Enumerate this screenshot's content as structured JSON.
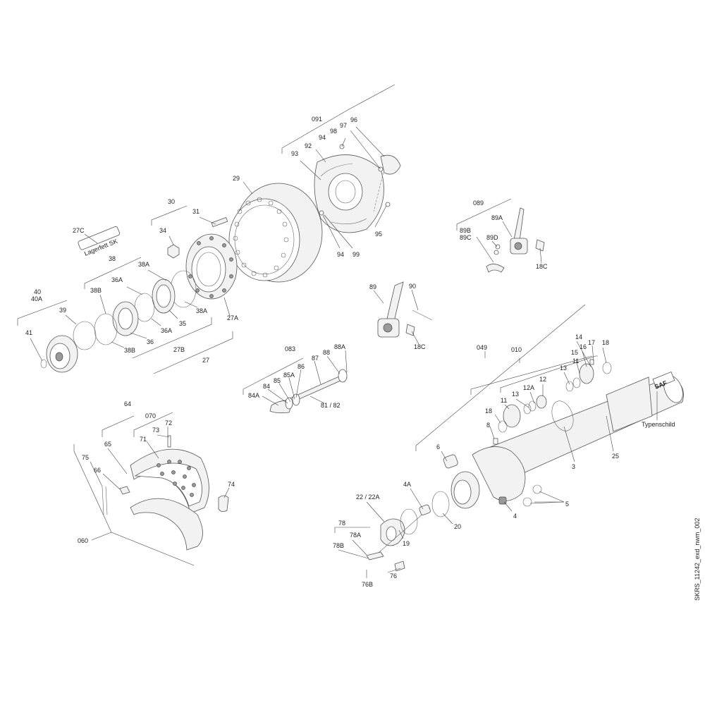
{
  "labels": {
    "l091": "091",
    "l96": "96",
    "l97": "97",
    "l98": "98",
    "l94a": "94",
    "l92": "92",
    "l93": "93",
    "l29": "29",
    "l95": "95",
    "l94b": "94",
    "l99": "99",
    "l30": "30",
    "l31": "31",
    "l34": "34",
    "l27C": "27C",
    "lager": "Lagerfett SK",
    "l38": "38",
    "l38A": "38A",
    "l36A": "36A",
    "l38B": "38B",
    "l40": "40",
    "l40A": "40A",
    "l39": "39",
    "l41": "41",
    "l38Bb": "38B",
    "l36": "36",
    "l36Ab": "36A",
    "l35": "35",
    "l38Ab": "38A",
    "l27A": "27A",
    "l27B": "27B",
    "l27": "27",
    "l089": "089",
    "l89A": "89A",
    "l89B": "89B",
    "l89C": "89C",
    "l89D": "89D",
    "l18Ca": "18C",
    "l89": "89",
    "l90": "90",
    "l18Cb": "18C",
    "l083": "083",
    "l88A": "88A",
    "l88": "88",
    "l87": "87",
    "l86": "86",
    "l85A": "85A",
    "l85": "85",
    "l84": "84",
    "l84A": "84A",
    "l8182": "81 / 82",
    "l049": "049",
    "l010": "010",
    "l14": "14",
    "l17": "17",
    "l18a": "18",
    "l16": "16",
    "l15": "15",
    "l11a": "11",
    "l13a": "13",
    "l12": "12",
    "l12A": "12A",
    "l13b": "13",
    "l11b": "11",
    "l18b": "18",
    "l8": "8",
    "l6": "6",
    "l3": "3",
    "l25": "25",
    "typ": "Typenschild",
    "saf": "SAF",
    "l4A": "4A",
    "l4": "4",
    "l5": "5",
    "l2222A": "22 / 22A",
    "l20": "20",
    "l19": "19",
    "l78": "78",
    "l78A": "78A",
    "l78B": "78B",
    "l76": "76",
    "l76B": "76B",
    "l64": "64",
    "l070": "070",
    "l73": "73",
    "l72": "72",
    "l71": "71",
    "l65": "65",
    "l75": "75",
    "l66": "66",
    "l74": "74",
    "l060": "060"
  },
  "drawing_code": "SKRS_11242_exd_nwm_002"
}
